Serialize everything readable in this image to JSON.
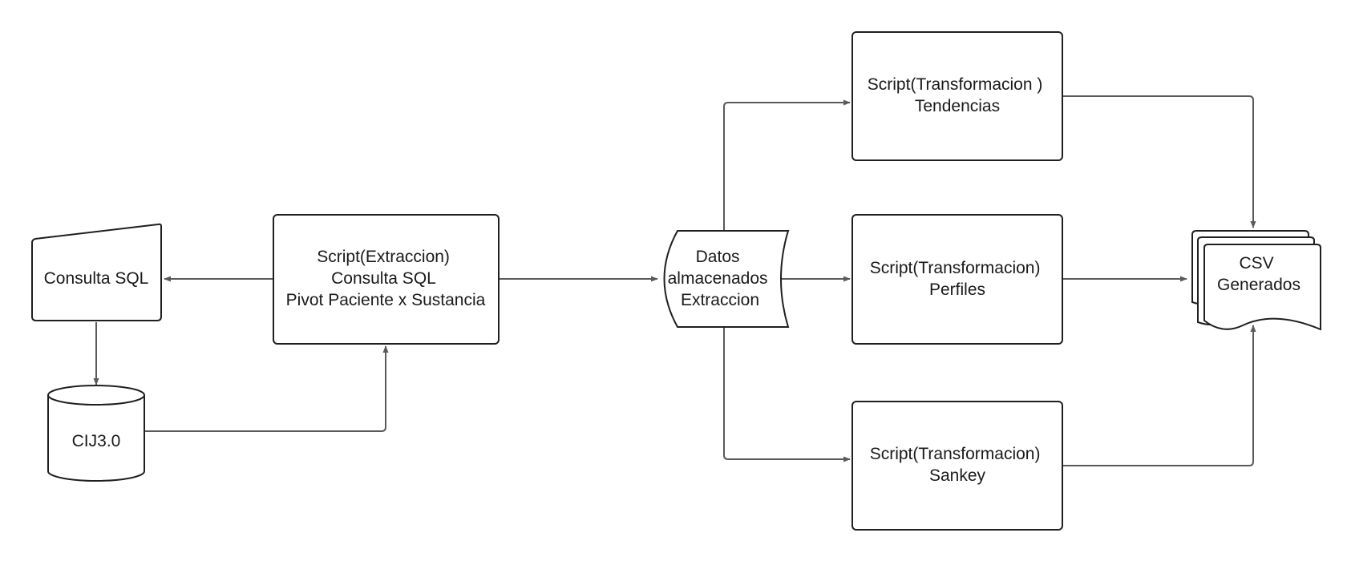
{
  "colors": {
    "stroke": "#1f1f1f",
    "edge": "#5a5a5a",
    "fill": "#ffffff",
    "text": "#1a1a1a"
  },
  "nodes": {
    "consulta_sql": {
      "lines": [
        "Consulta SQL"
      ]
    },
    "cij": {
      "lines": [
        "CIJ3.0"
      ]
    },
    "extraccion": {
      "lines": [
        "Script(Extraccion)",
        "Consulta SQL",
        "Pivot Paciente x Sustancia"
      ]
    },
    "datos": {
      "lines": [
        "Datos",
        "almacenados",
        "Extraccion"
      ]
    },
    "tendencias": {
      "lines": [
        "Script(Transformacion )",
        "Tendencias"
      ]
    },
    "perfiles": {
      "lines": [
        "Script(Transformacion)",
        "Perfiles"
      ]
    },
    "sankey": {
      "lines": [
        "Script(Transformacion)",
        "Sankey"
      ]
    },
    "csv": {
      "lines": [
        "CSV",
        "Generados"
      ]
    }
  },
  "edges": [
    {
      "from": "extraccion",
      "to": "consulta_sql"
    },
    {
      "from": "consulta_sql",
      "to": "cij"
    },
    {
      "from": "cij",
      "to": "extraccion"
    },
    {
      "from": "extraccion",
      "to": "datos"
    },
    {
      "from": "datos",
      "to": "tendencias"
    },
    {
      "from": "datos",
      "to": "perfiles"
    },
    {
      "from": "datos",
      "to": "sankey"
    },
    {
      "from": "tendencias",
      "to": "csv"
    },
    {
      "from": "perfiles",
      "to": "csv"
    },
    {
      "from": "sankey",
      "to": "csv"
    }
  ]
}
